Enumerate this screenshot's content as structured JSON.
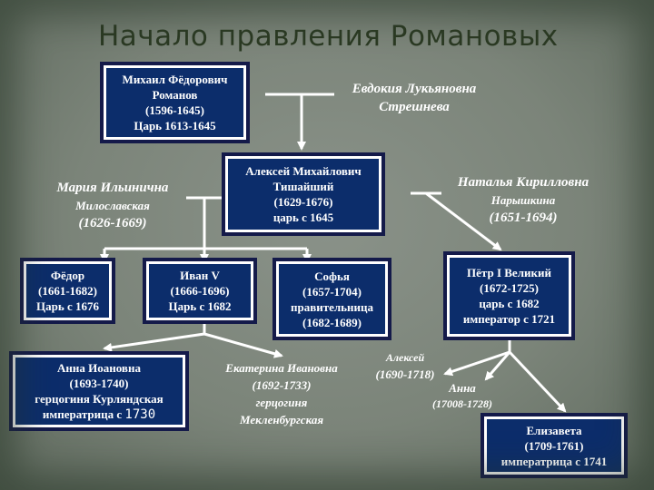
{
  "title": "Начало правления Романовых",
  "persons": {
    "mikhail": [
      "Михаил Фёдорович",
      "Романов",
      "(1596-1645)",
      "Царь 1613-1645"
    ],
    "alexei": [
      "Алексей Михайлович",
      "Тишайший",
      "(1629-1676)",
      "царь с 1645"
    ],
    "fedor": [
      "Фёдор",
      "(1661-1682)",
      "Царь с 1676"
    ],
    "ivan": [
      "Иван V",
      "(1666-1696)",
      "Царь с 1682"
    ],
    "sofya": [
      "Софья",
      "(1657-1704)",
      "правительница",
      "(1682-1689)"
    ],
    "peter": [
      "Пётр I Великий",
      "(1672-1725)",
      "царь с 1682",
      "император с 1721"
    ],
    "anna_ioanovna": [
      "Анна Иоановна",
      "(1693-1740)",
      "герцогиня Курляндская",
      "императрица с "
    ],
    "anna_ioanovna_year": "1730",
    "elizaveta": [
      "Елизавета",
      "(1709-1761)",
      "императрица с 1741"
    ]
  },
  "spouses": {
    "evdokia": [
      "Евдокия Лукьяновна",
      "Стрешнева"
    ],
    "maria_name": "Мария Ильинична",
    "maria_family": "Милославская",
    "maria_years": "(1626-1669)",
    "natalya_name": "Наталья Кирилловна",
    "natalya_family": "Нарышкина",
    "natalya_years": "(1651-1694)",
    "ekaterina": [
      "Екатерина Ивановна",
      "(1692-1733)",
      "герцогиня",
      "Мекленбургская"
    ],
    "alexei_son": [
      "Алексей",
      "(1690-1718)"
    ],
    "anna": [
      "Анна",
      "(17008-1728)"
    ]
  }
}
